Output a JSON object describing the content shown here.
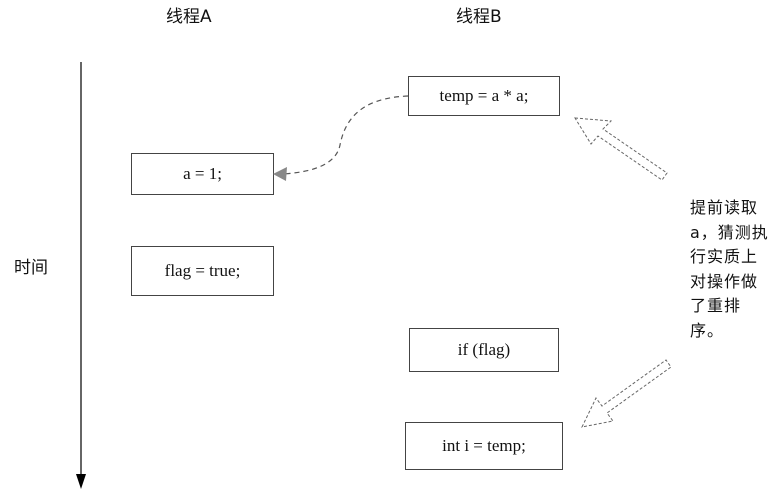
{
  "headers": {
    "thread_a": "线程A",
    "thread_b": "线程B"
  },
  "time_axis": {
    "label": "时间"
  },
  "thread_a": {
    "steps": [
      "a = 1;",
      "flag = true;"
    ]
  },
  "thread_b": {
    "steps": [
      "temp = a * a;",
      "if (flag)",
      "int i = temp;"
    ]
  },
  "annotation": {
    "text": "提前读取a，猜测执行实质上对操作做了重排序。"
  }
}
